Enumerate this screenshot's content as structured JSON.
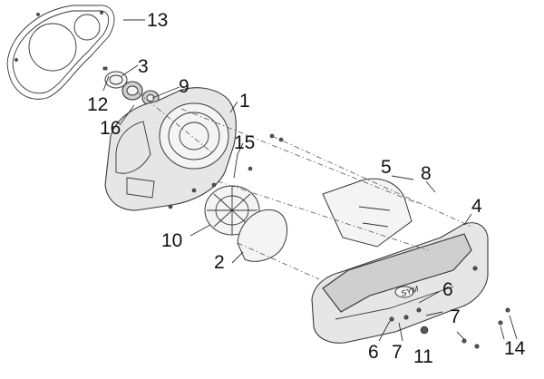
{
  "brand_mark": "SYM",
  "callouts": [
    "1",
    "2",
    "3",
    "4",
    "5",
    "6",
    "6",
    "7",
    "7",
    "8",
    "9",
    "10",
    "11",
    "12",
    "13",
    "14",
    "15",
    "16"
  ]
}
